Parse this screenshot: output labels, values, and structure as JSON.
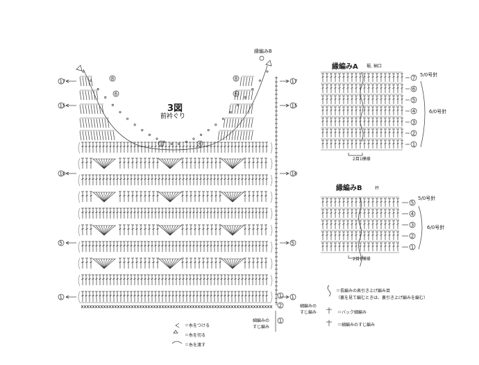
{
  "main_diagram": {
    "title": "3図",
    "subtitle": "前衿ぐり",
    "border_b_label": "縁編みB",
    "bottom_note_1": "細編みの",
    "bottom_note_2": "すじ編み",
    "bottom_note_3": "細編みの",
    "bottom_note_4": "すじ編み",
    "left_row_labels": [
      "17",
      "15",
      "10",
      "5",
      "1"
    ],
    "right_row_labels": [
      "17",
      "15",
      "10",
      "5",
      "1"
    ],
    "neck_labels": [
      "1",
      "4",
      "6",
      "8"
    ]
  },
  "legend": {
    "attach": "＝糸をつける",
    "cut": "＝糸を切る",
    "carry": "＝糸を渡す"
  },
  "border_a": {
    "title": "縁編みA",
    "sub": "裾, 袖口",
    "top_label": "5/0号針",
    "side_label": "6/0号針",
    "rows": [
      "7",
      "6",
      "5",
      "4",
      "3",
      "2",
      "1"
    ],
    "repeat": "2目1模様"
  },
  "border_b": {
    "title": "縁編みB",
    "sub": "衿",
    "top_label": "5/0号針",
    "side_label": "6/0号針",
    "rows": [
      "5",
      "4",
      "3",
      "2",
      "1"
    ],
    "repeat": "2目1模様"
  },
  "symbols": {
    "front_post_1": "＝長編みの表引き上げ編み目",
    "front_post_2": "（裏を見て編むときは、裏引き上げ編みを編む）",
    "back": "＝バック細編み",
    "bar": "＝細編みのすじ編み"
  }
}
